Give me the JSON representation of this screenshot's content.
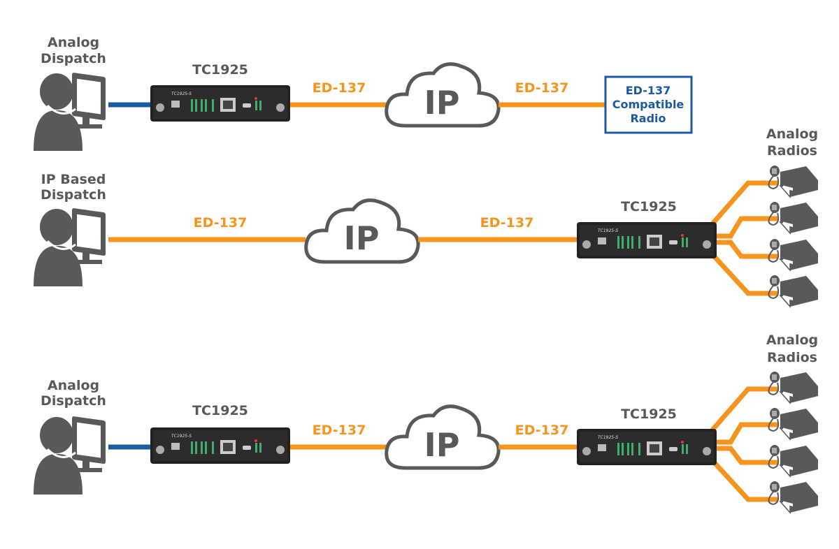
{
  "colors": {
    "link_orange": "#f7941d",
    "link_blue": "#1a5aa0",
    "icon_gray": "#58595b",
    "device": "#222222"
  },
  "row1": {
    "dispatch": [
      "Analog",
      "Dispatch"
    ],
    "device": "TC1925",
    "left_link": "ED-137",
    "cloud": "IP",
    "right_link": "ED-137",
    "radio_box": [
      "ED-137",
      "Compatible",
      "Radio"
    ]
  },
  "row2": {
    "dispatch": [
      "IP Based",
      "Dispatch"
    ],
    "left_link": "ED-137",
    "cloud": "IP",
    "right_link": "ED-137",
    "device": "TC1925",
    "radios": [
      "Analog",
      "Radios"
    ]
  },
  "row3": {
    "dispatch": [
      "Analog",
      "Dispatch"
    ],
    "device_left": "TC1925",
    "left_link": "ED-137",
    "cloud": "IP",
    "right_link": "ED-137",
    "device_right": "TC1925",
    "radios": [
      "Analog",
      "Radios"
    ]
  },
  "icons": {
    "dispatcher": "person-at-monitor-icon",
    "gateway": "tc1925-device",
    "cloud": "cloud-icon",
    "radio": "radio-with-microphone-icon"
  }
}
